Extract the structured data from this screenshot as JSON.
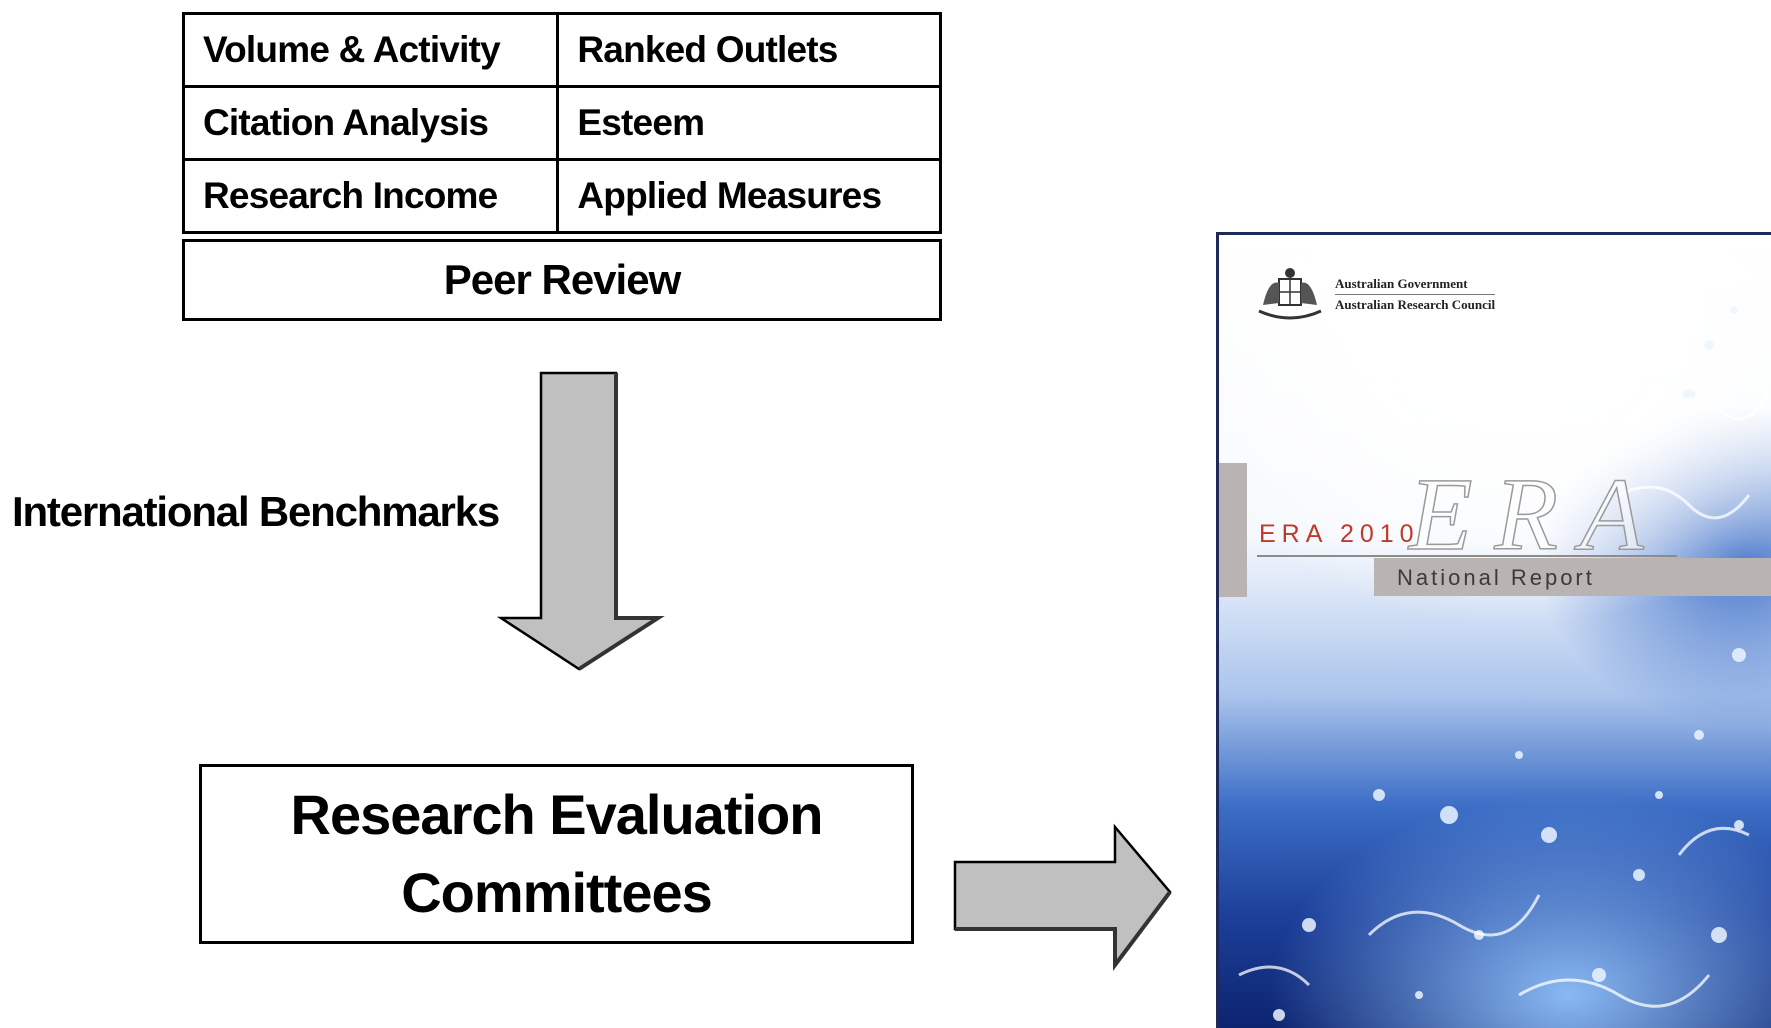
{
  "indicators": {
    "rows": [
      [
        "Volume & Activity",
        "Ranked Outlets"
      ],
      [
        "Citation Analysis",
        "Esteem"
      ],
      [
        "Research Income",
        "Applied Measures"
      ]
    ],
    "peer_review": "Peer Review"
  },
  "benchmarks_label": "International Benchmarks",
  "committees": {
    "line1": "Research Evaluation",
    "line2": "Committees"
  },
  "report_cover": {
    "gov_line_1": "Australian Government",
    "gov_line_2": "Australian Research Council",
    "era_year": "ERA 2010",
    "era_script": "ERA",
    "subtitle": "National Report"
  },
  "colors": {
    "arrow_fill": "#c0c0c0",
    "era_red": "#c0392b",
    "tab_grey": "#b9b4b2"
  }
}
